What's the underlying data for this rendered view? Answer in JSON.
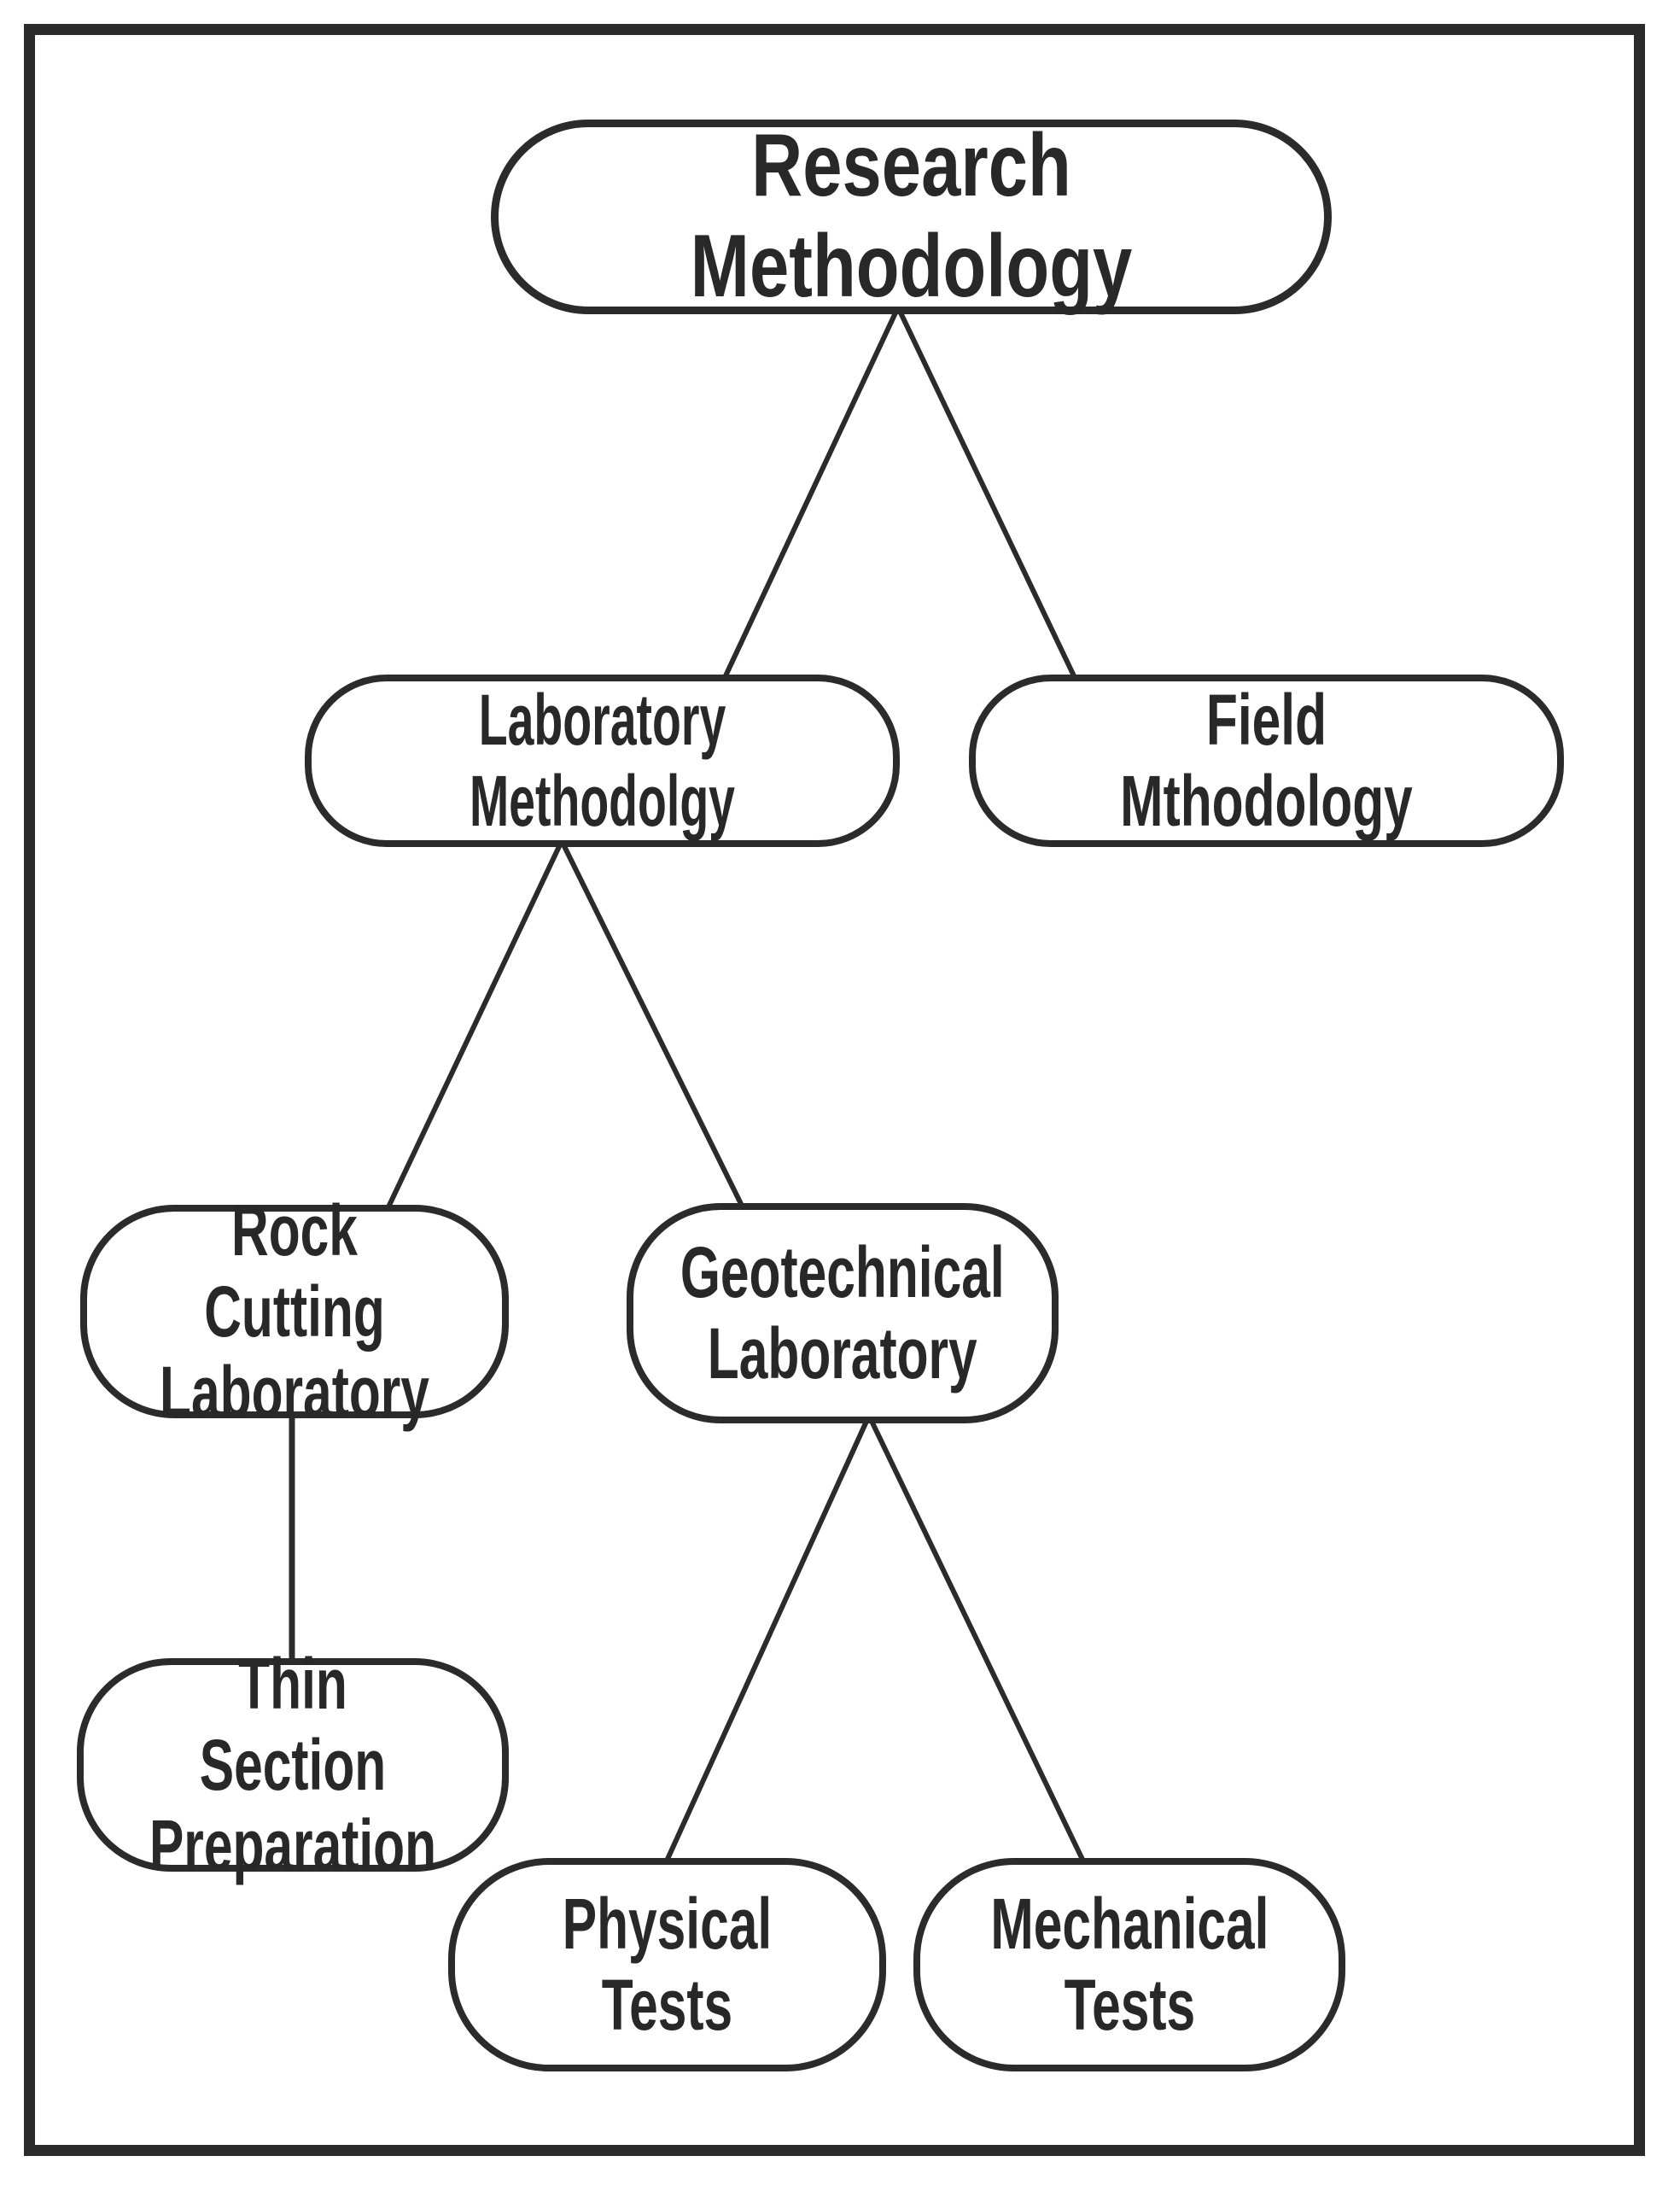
{
  "diagram": {
    "title": "Research Methodology",
    "colors": {
      "ink": "#2b2b2b",
      "background": "#ffffff"
    },
    "nodes": {
      "research": {
        "label": "Research Methodology"
      },
      "laboratory": {
        "label": "Laboratory Methodolgy"
      },
      "field": {
        "label": "Field Mthodology"
      },
      "rock": {
        "label": "Rock Cutting\nLaboratory"
      },
      "geo": {
        "label": "Geotechnical\nLaboratory"
      },
      "thin": {
        "label": "Thin Section\nPreparation"
      },
      "physical": {
        "label": "Physical\nTests"
      },
      "mechanical": {
        "label": "Mechanical\nTests"
      }
    },
    "edges": [
      {
        "from": "research",
        "to": "laboratory"
      },
      {
        "from": "research",
        "to": "field"
      },
      {
        "from": "laboratory",
        "to": "rock"
      },
      {
        "from": "laboratory",
        "to": "geo"
      },
      {
        "from": "rock",
        "to": "thin"
      },
      {
        "from": "geo",
        "to": "physical"
      },
      {
        "from": "geo",
        "to": "mechanical"
      }
    ]
  }
}
